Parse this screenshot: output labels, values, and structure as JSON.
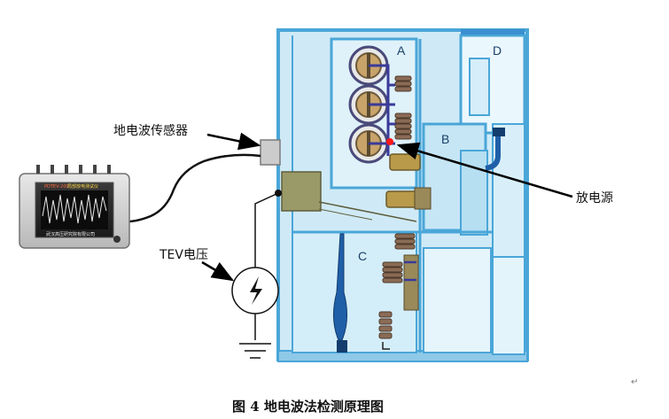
{
  "labels": {
    "sensor": "地电波传感器",
    "source": "放电源",
    "tev": "TEV电压",
    "section_a": "A",
    "section_b": "B",
    "section_c": "C",
    "section_d": "D"
  },
  "instrument": {
    "model": "PDTEV-200",
    "title": "局部放电测试仪",
    "maker": "武汉高压研究院有限公司"
  },
  "caption": "图 4   地电波法检测原理图",
  "return_mark": "↵",
  "colors": {
    "cabinet": "#cfeaf6",
    "cabinet_frame": "#4aa6d8",
    "busbar": "#3a3a9a",
    "discharge_point": "#ff1a1a",
    "insulator": "#8a6b55",
    "ct_block": "#9a9a68"
  }
}
